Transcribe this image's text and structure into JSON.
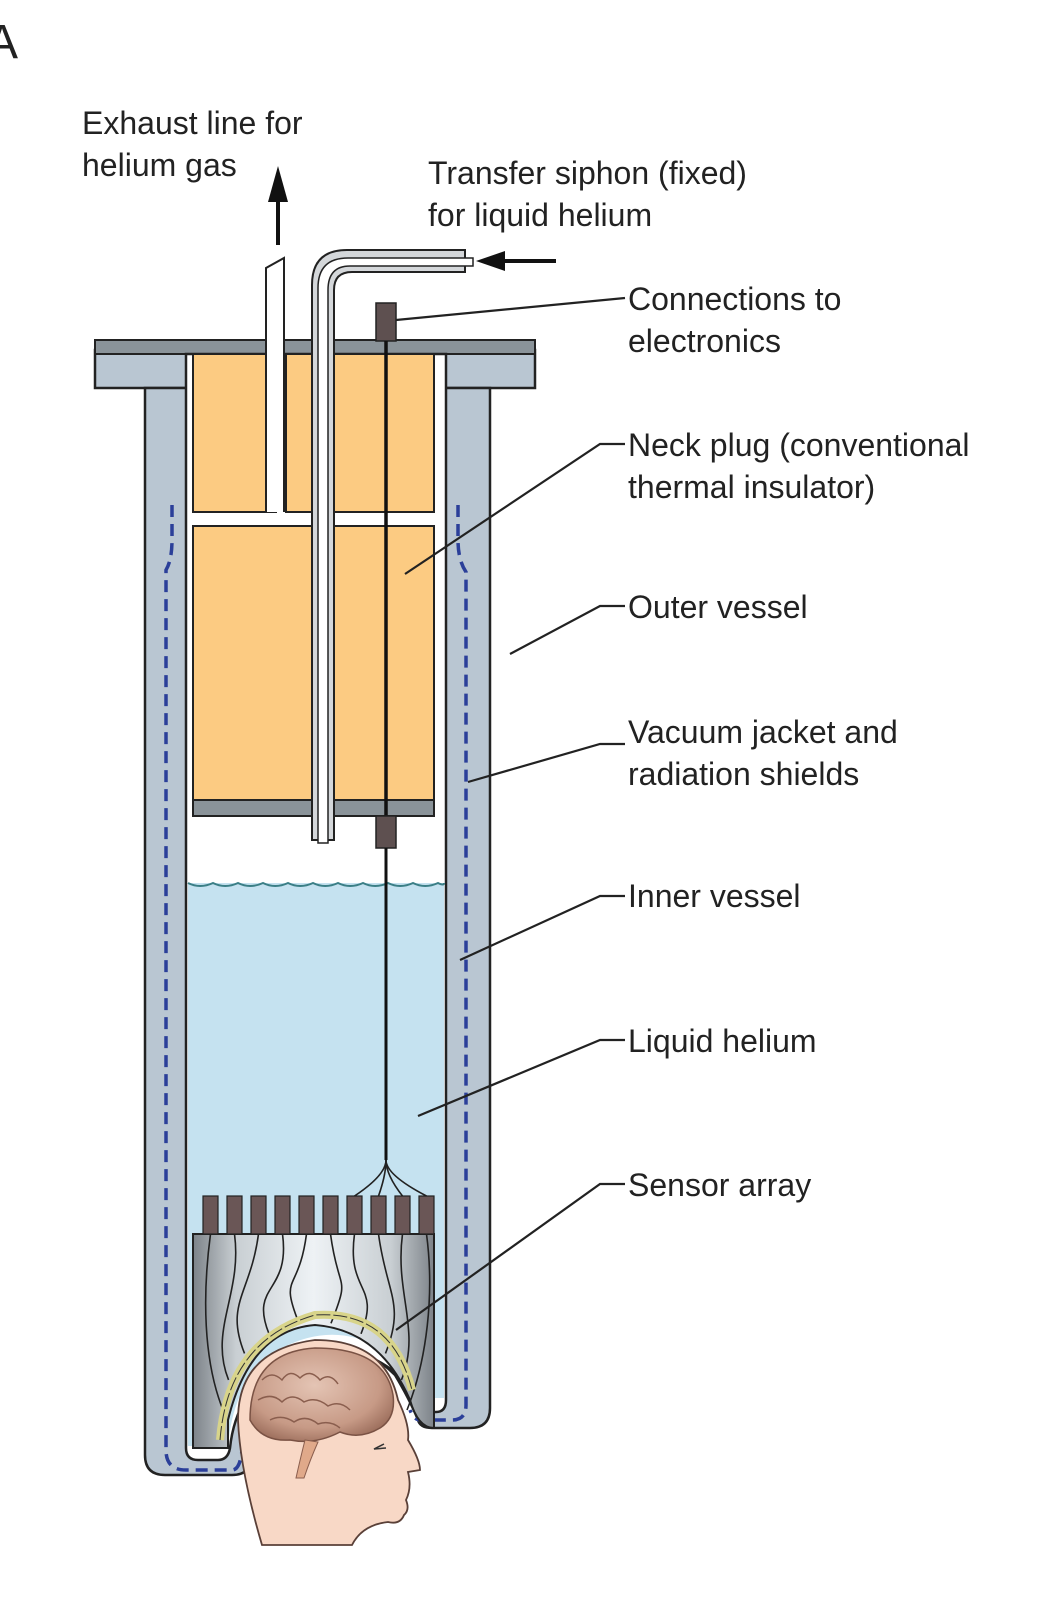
{
  "figure": {
    "panel_letter": "A",
    "subject": "MEG cryogenic dewar (helium vessel) cross-section with sensor array over head"
  },
  "labels": {
    "exhaust": [
      "Exhaust line for",
      "helium gas"
    ],
    "siphon": [
      "Transfer siphon (fixed)",
      "for liquid helium"
    ],
    "connections": [
      "Connections to",
      "electronics"
    ],
    "neck_plug": [
      "Neck plug (conventional",
      "thermal insulator)"
    ],
    "outer_vessel": [
      "Outer vessel"
    ],
    "vacuum_jacket": [
      "Vacuum jacket and",
      "radiation shields"
    ],
    "inner_vessel": [
      "Inner vessel"
    ],
    "liquid_helium": [
      "Liquid helium"
    ],
    "sensor_array": [
      "Sensor array"
    ]
  },
  "sensor_count": 10,
  "colors": {
    "outer_vessel": "#b9c6d2",
    "neck_plug": "#fccb82",
    "liquid_helium": "#c5e2f0",
    "radiation_shield_dash": "#2b3f99",
    "lid": "#8a9399",
    "connector": "#5e5050",
    "skin": "#f8d8c6",
    "brain": "#c89c88",
    "sensor_helmet_ring": "#e7e39a"
  }
}
